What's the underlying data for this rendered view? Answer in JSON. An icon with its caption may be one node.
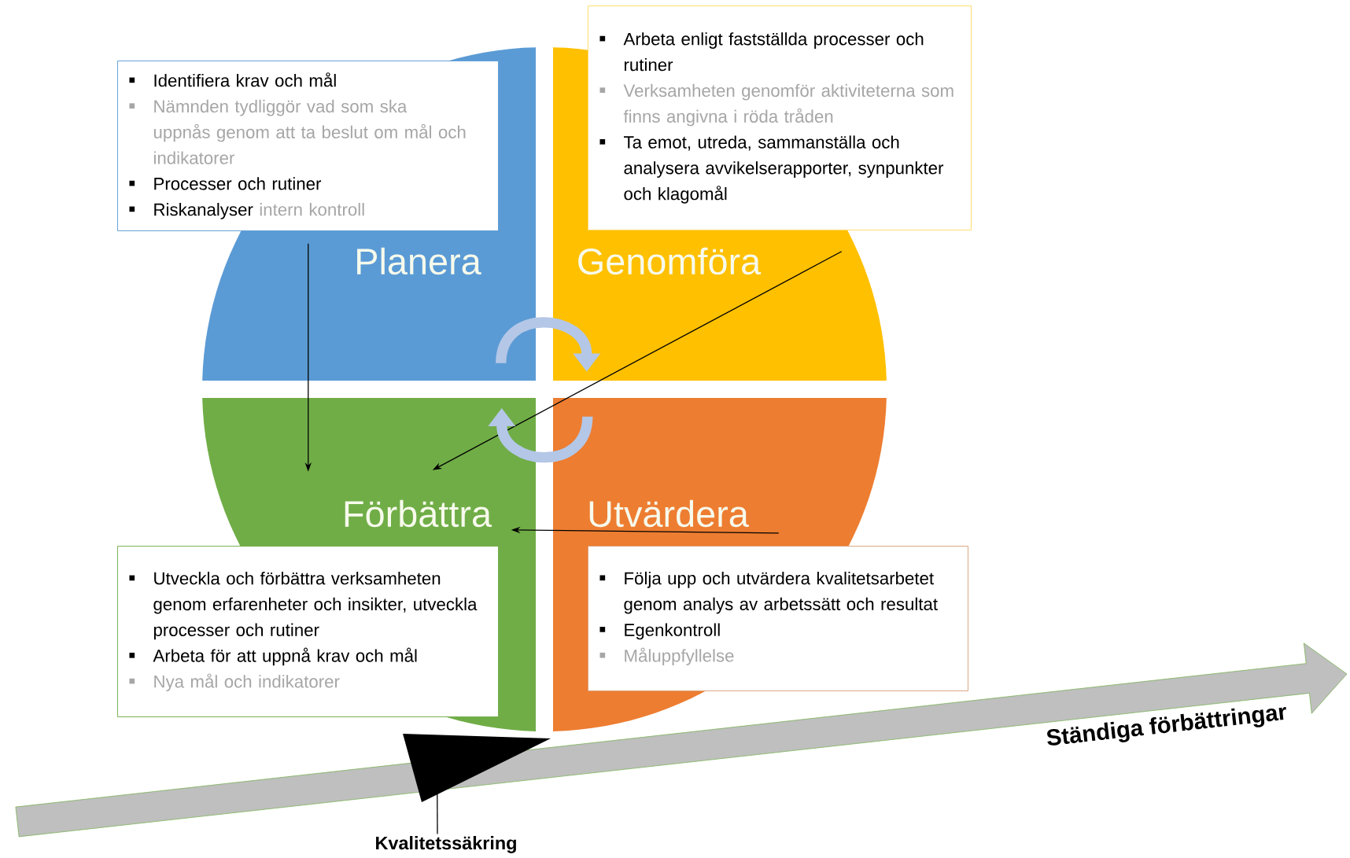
{
  "diagram": {
    "nodes": [
      {
        "text": [
          "Identifiera krav och mål",
          "Nämnden tydliggör vad som ska uppnås genom att ta beslut om mål och indikatorer",
          "Processer och rutiner",
          "Riskanalyser",
          "intern kontroll"
        ]
      },
      {
        "text": [
          "Arbeta enligt fastställda processer och rutiner",
          "Verksamheten genomför aktiviteterna som finns angivna i röda tråden",
          "Ta emot, utreda, sammanställa och analysera avvikelserapporter, synpunkter och klagomål"
        ]
      },
      {
        "text": [
          "Planera"
        ]
      },
      {
        "text": [
          "Genomföra"
        ]
      },
      {
        "text": [
          "Förbättra"
        ]
      },
      {
        "text": [
          "Utvärdera"
        ]
      },
      {
        "text": [
          "Utveckla och förbättra verksamheten genom erfarenheter och insikter, utveckla processer och rutiner",
          "Arbeta för att uppnå krav och mål",
          "Nya mål och indikatorer"
        ]
      },
      {
        "text": [
          "Följa upp och utvärdera kvalitetsarbetet genom analys av arbetssätt och resultat",
          "Egenkontroll",
          "Måluppfyllelse"
        ]
      },
      {
        "text": [],
        "shape": "triangle"
      },
      {
        "text": [
          "Kvalitetssäkring"
        ]
      }
    ],
    "edges": [
      {
        "from": 2,
        "to": 4,
        "arrow": "to"
      },
      {
        "from": 3,
        "to": 4,
        "arrow": "to"
      },
      {
        "from": 5,
        "to": 4,
        "arrow": "to"
      },
      {
        "from": 9,
        "to": 8,
        "arrow": "none"
      },
      {
        "from": 2,
        "to": 3,
        "arrow": "to",
        "style": "thick",
        "color": "#b4c7e7"
      },
      {
        "from": 5,
        "to": 4,
        "arrow": "to",
        "style": "thick",
        "color": "#b4c7e7"
      }
    ],
    "labels": [
      "Ständiga förbättringar"
    ]
  }
}
